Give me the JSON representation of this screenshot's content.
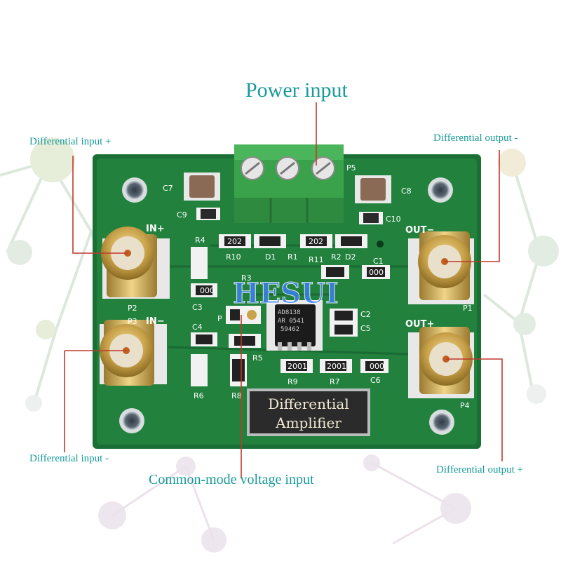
{
  "callouts": {
    "power_input": "Power input",
    "diff_input_plus": "Differential input +",
    "diff_input_minus": "Differential input -",
    "diff_output_minus": "Differential output -",
    "diff_output_plus": "Differential output +",
    "common_mode": "Common-mode voltage input"
  },
  "board": {
    "watermark": "HESUI",
    "product_label_line1": "Differential",
    "product_label_line2": "Amplifier",
    "chip_line1": "AD8138",
    "chip_line2": "AR 0541",
    "chip_line3": "59462",
    "silk": {
      "in_plus": "IN+",
      "in_minus": "IN−",
      "out_minus": "OUT−",
      "out_plus": "OUT+",
      "p1": "P1",
      "p2": "P2",
      "p3": "P3",
      "p4": "P4",
      "p5": "P5",
      "p": "P",
      "c1": "C1",
      "c2": "C2",
      "c3": "C3",
      "c4": "C4",
      "c5": "C5",
      "c6": "C6",
      "c7": "C7",
      "c8": "C8",
      "c9": "C9",
      "c10": "C10",
      "r1": "R1",
      "r2": "R2",
      "r3": "R3",
      "r4": "R4",
      "r5": "R5",
      "r6": "R6",
      "r7": "R7",
      "r8": "R8",
      "r9": "R9",
      "r10": "R10",
      "r11": "R11",
      "d1": "D1",
      "d2": "D2",
      "res_202": "202",
      "res_000": "000",
      "res_2001": "2001"
    }
  },
  "colors": {
    "pcb": "#1f7d3a",
    "pcb_dark": "#166530",
    "terminal": "#3aa24a",
    "gold": "#c9a24a",
    "callout_text": "#1a9a9a",
    "callout_line": "#c0392b",
    "watermark": "#2b6fd6"
  }
}
